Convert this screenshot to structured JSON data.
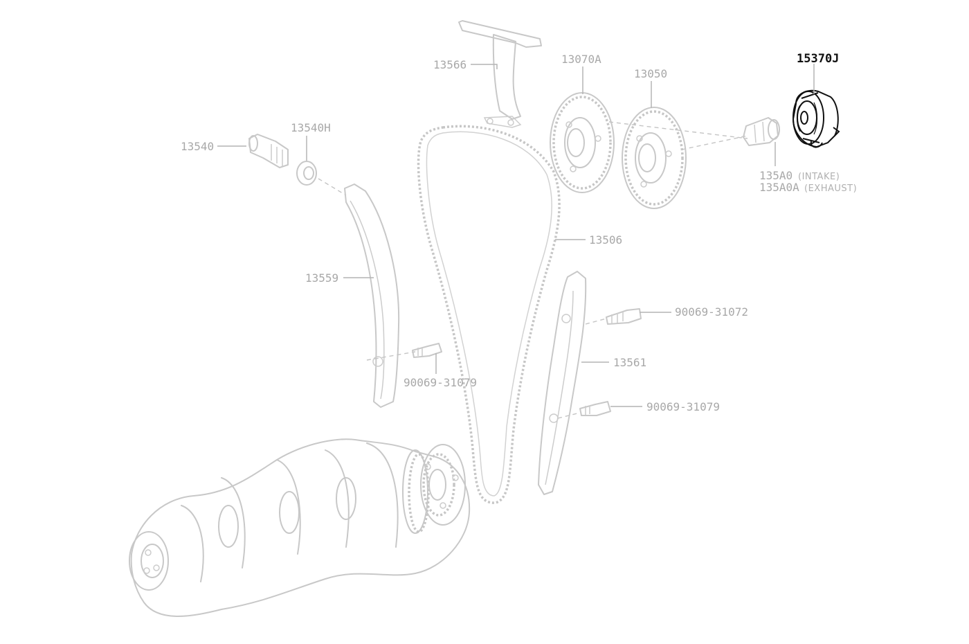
{
  "labels": {
    "p15370J": "15370J",
    "p13566": "13566",
    "p13070A": "13070A",
    "p13050": "13050",
    "p13540H": "13540H",
    "p13540": "13540",
    "p135A0": "135A0",
    "p135A0_note": "(INTAKE)",
    "p135A0A": "135A0A",
    "p135A0A_note": "(EXHAUST)",
    "p13506": "13506",
    "p13559": "13559",
    "p90069_31072": "90069-31072",
    "p13561": "13561",
    "p90069_31079_right": "90069-31079",
    "p90069_31079_left": "90069-31079"
  },
  "colors": {
    "highlight": "#111111",
    "dimmed": "#a8a8a8"
  }
}
